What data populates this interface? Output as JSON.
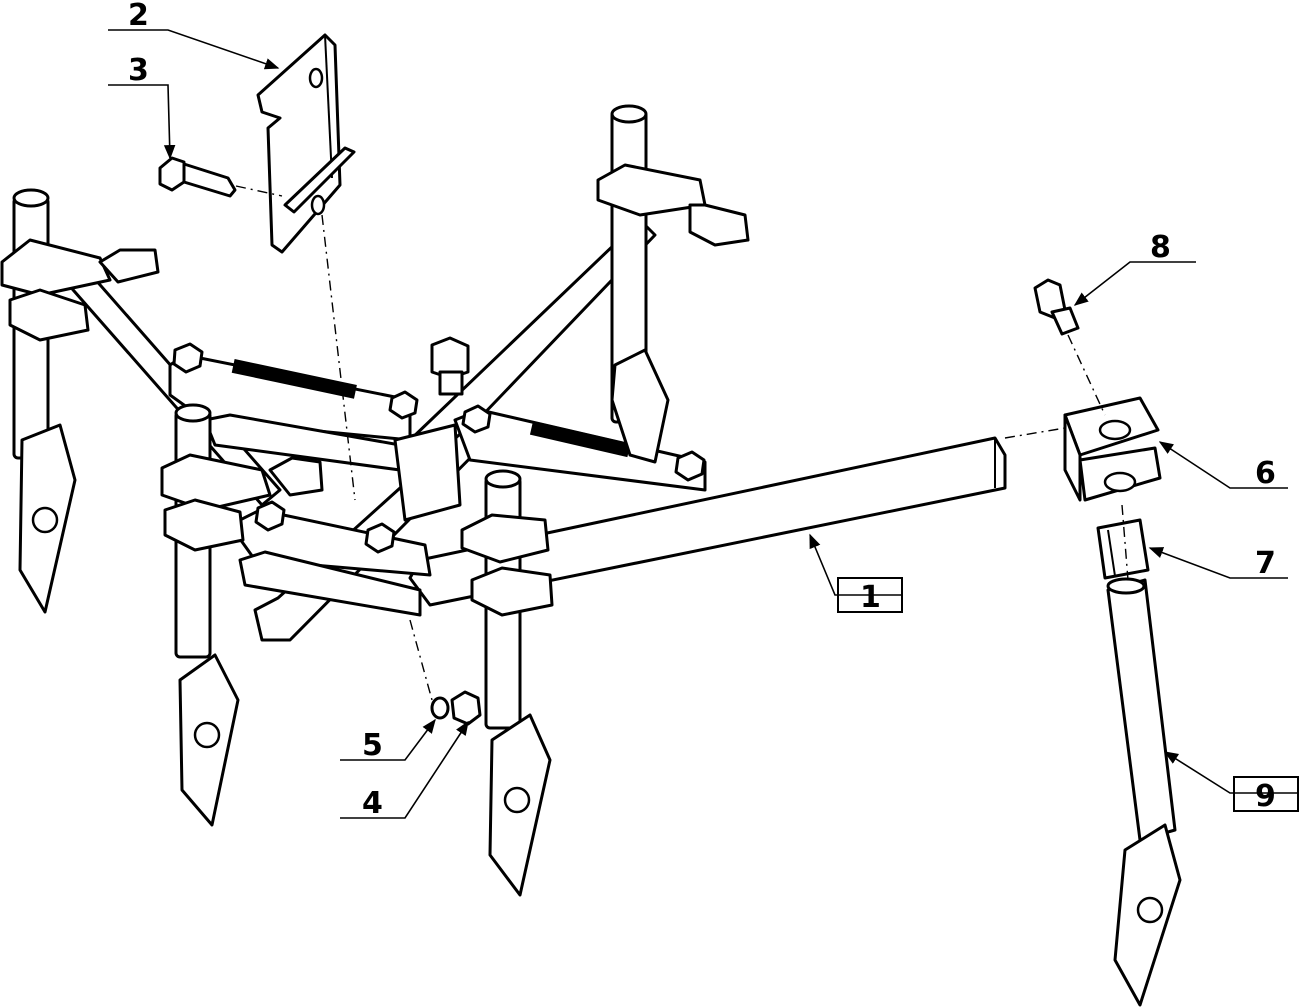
{
  "drawing": {
    "callouts": [
      {
        "id": "c1",
        "label": "1",
        "boxed": true
      },
      {
        "id": "c2",
        "label": "2",
        "boxed": false
      },
      {
        "id": "c3",
        "label": "3",
        "boxed": false
      },
      {
        "id": "c4",
        "label": "4",
        "boxed": false
      },
      {
        "id": "c5",
        "label": "5",
        "boxed": false
      },
      {
        "id": "c6",
        "label": "6",
        "boxed": false
      },
      {
        "id": "c7",
        "label": "7",
        "boxed": false
      },
      {
        "id": "c8",
        "label": "8",
        "boxed": false
      },
      {
        "id": "c9",
        "label": "9",
        "boxed": true
      }
    ]
  }
}
